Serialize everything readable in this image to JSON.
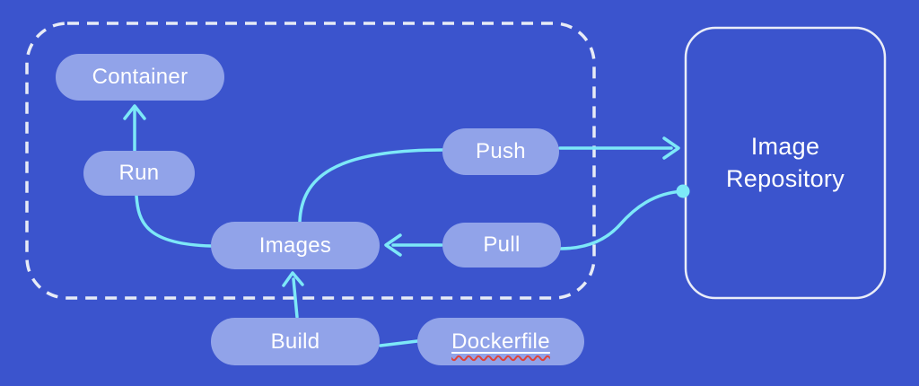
{
  "diagram": {
    "type": "docker-workflow",
    "nodes": {
      "container": {
        "label": "Container"
      },
      "run": {
        "label": "Run"
      },
      "push": {
        "label": "Push"
      },
      "images": {
        "label": "Images"
      },
      "pull": {
        "label": "Pull"
      },
      "build": {
        "label": "Build"
      },
      "dockerfile": {
        "label": "Dockerfile",
        "spellcheck_underline": true
      },
      "repository": {
        "label": "Image\nRepository"
      }
    },
    "edges": [
      {
        "from": "run",
        "to": "container",
        "arrowhead": true
      },
      {
        "from": "run",
        "to": "images",
        "arrowhead": false
      },
      {
        "from": "images",
        "to": "push",
        "arrowhead": false
      },
      {
        "from": "push",
        "to": "repository",
        "arrowhead": true
      },
      {
        "from": "repository",
        "to": "pull",
        "arrowhead": false,
        "junction_dot_on_repository_edge": true
      },
      {
        "from": "pull",
        "to": "images",
        "arrowhead": true
      },
      {
        "from": "build",
        "to": "images",
        "arrowhead": true
      },
      {
        "from": "dockerfile",
        "to": "build",
        "arrowhead": false
      }
    ],
    "groups": [
      {
        "name": "docker-host",
        "style": "dashed-rounded-rect",
        "contains": [
          "container",
          "run",
          "push",
          "images",
          "pull"
        ]
      },
      {
        "name": "image-repository-box",
        "style": "solid-rounded-rect",
        "contains": [
          "repository"
        ]
      }
    ]
  },
  "colors": {
    "background": "#3B54CD",
    "node_fill": "#91A3E9",
    "node_text": "#FFFFFF",
    "connector": "#7DE8F8",
    "dashed_border": "#E7EBF6",
    "solid_border": "#E9EDF8",
    "spellcheck": "#E0443A"
  }
}
